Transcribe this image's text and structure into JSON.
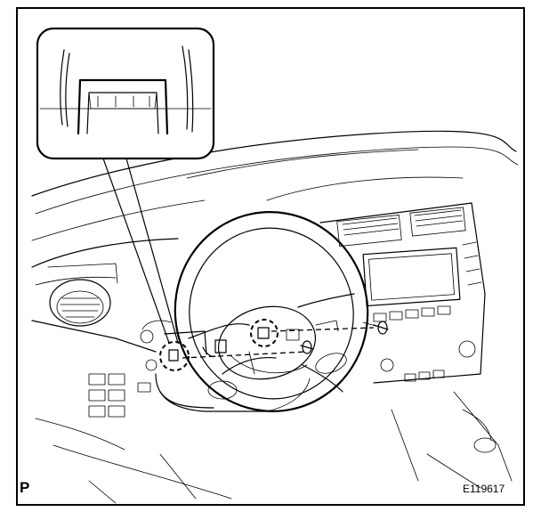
{
  "labels": {
    "corner_letter": "P",
    "figure_code": "E119617"
  },
  "icons": {
    "callout": "magnified-detail-callout",
    "steering_wheel": "steering-wheel-illustration",
    "bolt": "bolt-icon"
  },
  "colors": {
    "ink": "#000000",
    "background": "#ffffff"
  }
}
